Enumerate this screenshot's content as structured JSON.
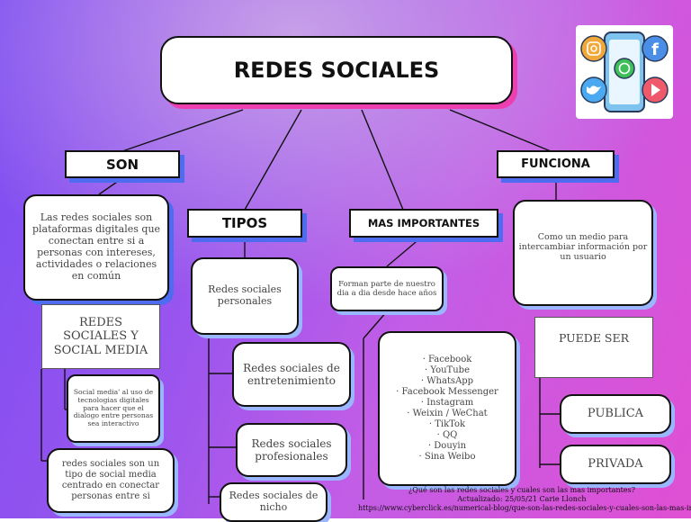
{
  "title": "REDES SOCIALES",
  "headers": {
    "son": "SON",
    "tipos": "TIPOS",
    "mas_importantes": "MAS IMPORTANTES",
    "funciona": "FUNCIONA"
  },
  "son": {
    "definition": "Las redes sociales son plataformas digitales que conectan entre si a personas con intereses, actividades o relaciones en común",
    "redes_vs_social": "REDES SOCIALES Y SOCIAL MEDIA",
    "social_media_def": "Social media' al uso de tecnologias digitales para hacer que el dialogo entre personas sea interactivo",
    "redes_def": "redes sociales son un tipo de social media centrado en conectar personas entre si"
  },
  "tipos": {
    "items": [
      "Redes sociales personales",
      "Redes sociales de entretenimiento",
      "Redes sociales profesionales",
      "Redes sociales de nicho"
    ]
  },
  "mas_importantes": {
    "intro": "Forman parte de nuestro dia a dia desde hace años",
    "list": "· Facebook\n· YouTube\n· WhatsApp\n· Facebook Messenger\n· Instagram\n· Weixin / WeChat\n· TikTok\n· QQ\n· Douyin\n· Sina Weibo"
  },
  "funciona": {
    "description": "Como un medio para intercambiar información por un usuario",
    "puede_ser": "PUEDE SER",
    "options": [
      "PUBLICA",
      "PRIVADA"
    ]
  },
  "source": {
    "line1": "¿Qué son las redes sociales y cuales son las mas importantes?",
    "line2": "Actualizado: 25/05/21 Carie Llonch",
    "line3": "https://www.cyberclick.es/numerical-blog/que-son-las-redes-sociales-y-cuales-son-las-mas-importantes"
  },
  "logo_icons": [
    "instagram-icon",
    "facebook-icon",
    "whatsapp-icon",
    "twitter-icon",
    "youtube-icon"
  ],
  "colors": {
    "accent_blue": "#4d6cf0",
    "accent_pink": "#ee3fb0",
    "bg_left": "#7b4df2",
    "bg_right": "#e04fd3"
  }
}
